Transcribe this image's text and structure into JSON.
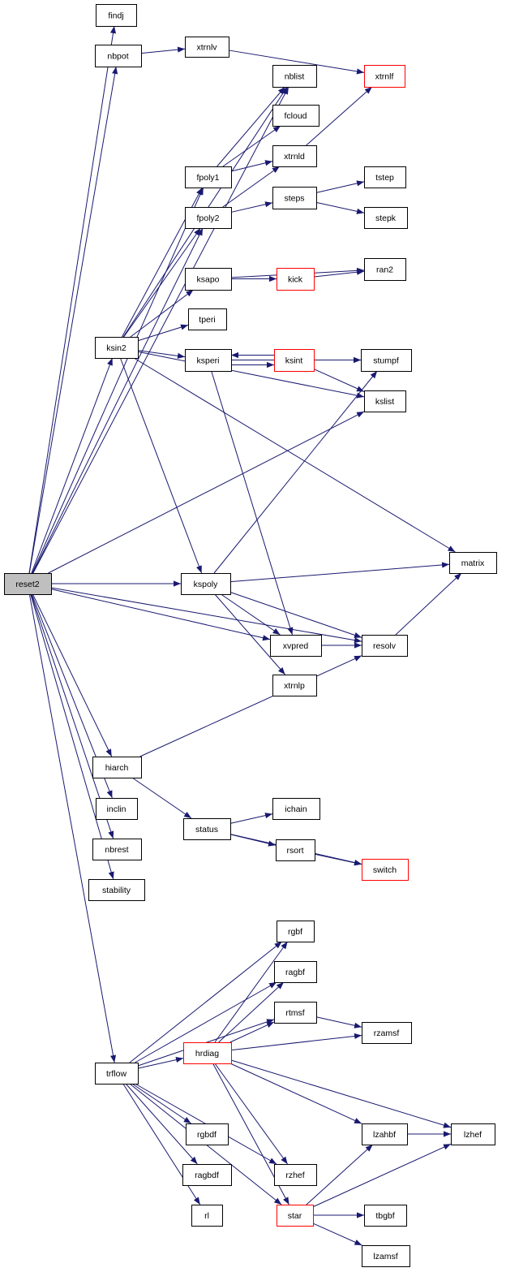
{
  "graph": {
    "root": "reset2",
    "nodes": [
      {
        "id": "findj",
        "label": "findj"
      },
      {
        "id": "nbpot",
        "label": "nbpot"
      },
      {
        "id": "xtrnlv",
        "label": "xtrnlv"
      },
      {
        "id": "nblist",
        "label": "nblist"
      },
      {
        "id": "xtrnlf",
        "label": "xtrnlf",
        "external": true
      },
      {
        "id": "fcloud",
        "label": "fcloud"
      },
      {
        "id": "xtrnld",
        "label": "xtrnld"
      },
      {
        "id": "fpoly1",
        "label": "fpoly1"
      },
      {
        "id": "tstep",
        "label": "tstep"
      },
      {
        "id": "steps",
        "label": "steps"
      },
      {
        "id": "stepk",
        "label": "stepk"
      },
      {
        "id": "fpoly2",
        "label": "fpoly2"
      },
      {
        "id": "ran2",
        "label": "ran2"
      },
      {
        "id": "ksapo",
        "label": "ksapo"
      },
      {
        "id": "kick",
        "label": "kick",
        "external": true
      },
      {
        "id": "tperi",
        "label": "tperi"
      },
      {
        "id": "ksin2",
        "label": "ksin2"
      },
      {
        "id": "ksperi",
        "label": "ksperi"
      },
      {
        "id": "ksint",
        "label": "ksint",
        "external": true
      },
      {
        "id": "stumpf",
        "label": "stumpf"
      },
      {
        "id": "kslist",
        "label": "kslist"
      },
      {
        "id": "matrix",
        "label": "matrix"
      },
      {
        "id": "reset2",
        "label": "reset2",
        "root": true
      },
      {
        "id": "kspoly",
        "label": "kspoly"
      },
      {
        "id": "xvpred",
        "label": "xvpred"
      },
      {
        "id": "resolv",
        "label": "resolv"
      },
      {
        "id": "xtrnlp",
        "label": "xtrnlp"
      },
      {
        "id": "hiarch",
        "label": "hiarch"
      },
      {
        "id": "inclin",
        "label": "inclin"
      },
      {
        "id": "ichain",
        "label": "ichain"
      },
      {
        "id": "status",
        "label": "status"
      },
      {
        "id": "rsort",
        "label": "rsort"
      },
      {
        "id": "switch",
        "label": "switch",
        "external": true
      },
      {
        "id": "nbrest",
        "label": "nbrest"
      },
      {
        "id": "stability",
        "label": "stability"
      },
      {
        "id": "rgbf",
        "label": "rgbf"
      },
      {
        "id": "ragbf",
        "label": "ragbf"
      },
      {
        "id": "rtmsf",
        "label": "rtmsf"
      },
      {
        "id": "rzamsf",
        "label": "rzamsf"
      },
      {
        "id": "hrdiag",
        "label": "hrdiag",
        "external": true
      },
      {
        "id": "trflow",
        "label": "trflow"
      },
      {
        "id": "lzahbf",
        "label": "lzahbf"
      },
      {
        "id": "lzhef",
        "label": "lzhef"
      },
      {
        "id": "rgbdf",
        "label": "rgbdf"
      },
      {
        "id": "ragbdf",
        "label": "ragbdf"
      },
      {
        "id": "rzhef",
        "label": "rzhef"
      },
      {
        "id": "rl",
        "label": "rl"
      },
      {
        "id": "star",
        "label": "star",
        "external": true
      },
      {
        "id": "tbgbf",
        "label": "tbgbf"
      },
      {
        "id": "lzamsf",
        "label": "lzamsf"
      }
    ],
    "edges": [
      [
        "reset2",
        "findj"
      ],
      [
        "reset2",
        "nbpot"
      ],
      [
        "reset2",
        "nblist"
      ],
      [
        "reset2",
        "fpoly1"
      ],
      [
        "reset2",
        "fpoly2"
      ],
      [
        "reset2",
        "ksin2"
      ],
      [
        "reset2",
        "kslist"
      ],
      [
        "reset2",
        "kspoly"
      ],
      [
        "reset2",
        "xvpred"
      ],
      [
        "reset2",
        "resolv"
      ],
      [
        "reset2",
        "hiarch"
      ],
      [
        "reset2",
        "inclin"
      ],
      [
        "reset2",
        "nbrest"
      ],
      [
        "reset2",
        "stability"
      ],
      [
        "reset2",
        "trflow"
      ],
      [
        "nbpot",
        "xtrnlv"
      ],
      [
        "xtrnlv",
        "xtrnlf"
      ],
      [
        "fpoly1",
        "nblist"
      ],
      [
        "fpoly1",
        "fcloud"
      ],
      [
        "fpoly1",
        "xtrnld"
      ],
      [
        "fpoly2",
        "xtrnld"
      ],
      [
        "fpoly2",
        "steps"
      ],
      [
        "xtrnld",
        "xtrnlf"
      ],
      [
        "steps",
        "tstep"
      ],
      [
        "steps",
        "stepk"
      ],
      [
        "ksin2",
        "nblist"
      ],
      [
        "ksin2",
        "fpoly1"
      ],
      [
        "ksin2",
        "fpoly2"
      ],
      [
        "ksin2",
        "ksapo"
      ],
      [
        "ksin2",
        "tperi"
      ],
      [
        "ksin2",
        "ksperi"
      ],
      [
        "ksin2",
        "kslist"
      ],
      [
        "ksin2",
        "matrix"
      ],
      [
        "ksin2",
        "kspoly"
      ],
      [
        "ksapo",
        "ran2"
      ],
      [
        "ksapo",
        "kick"
      ],
      [
        "kick",
        "ran2"
      ],
      [
        "ksperi",
        "ksint"
      ],
      [
        "ksperi",
        "stumpf"
      ],
      [
        "ksperi",
        "xvpred"
      ],
      [
        "ksint",
        "ksperi"
      ],
      [
        "ksint",
        "stumpf"
      ],
      [
        "ksint",
        "kslist"
      ],
      [
        "kspoly",
        "stumpf"
      ],
      [
        "kspoly",
        "matrix"
      ],
      [
        "kspoly",
        "xvpred"
      ],
      [
        "kspoly",
        "resolv"
      ],
      [
        "kspoly",
        "xtrnlp"
      ],
      [
        "xvpred",
        "resolv"
      ],
      [
        "resolv",
        "matrix"
      ],
      [
        "hiarch",
        "resolv"
      ],
      [
        "hiarch",
        "status"
      ],
      [
        "status",
        "ichain"
      ],
      [
        "status",
        "rsort"
      ],
      [
        "status",
        "switch"
      ],
      [
        "rsort",
        "switch"
      ],
      [
        "trflow",
        "rgbf"
      ],
      [
        "trflow",
        "ragbf"
      ],
      [
        "trflow",
        "rtmsf"
      ],
      [
        "trflow",
        "hrdiag"
      ],
      [
        "trflow",
        "rgbdf"
      ],
      [
        "trflow",
        "ragbdf"
      ],
      [
        "trflow",
        "rl"
      ],
      [
        "trflow",
        "rzhef"
      ],
      [
        "trflow",
        "star"
      ],
      [
        "hrdiag",
        "rgbf"
      ],
      [
        "hrdiag",
        "ragbf"
      ],
      [
        "hrdiag",
        "rtmsf"
      ],
      [
        "hrdiag",
        "rzamsf"
      ],
      [
        "hrdiag",
        "lzhef"
      ],
      [
        "hrdiag",
        "lzahbf"
      ],
      [
        "hrdiag",
        "rzhef"
      ],
      [
        "hrdiag",
        "star"
      ],
      [
        "rtmsf",
        "rzamsf"
      ],
      [
        "lzahbf",
        "lzhef"
      ],
      [
        "star",
        "lzahbf"
      ],
      [
        "star",
        "lzhef"
      ],
      [
        "star",
        "tbgbf"
      ],
      [
        "star",
        "lzamsf"
      ]
    ],
    "colors": {
      "edge": "#191970",
      "external_border": "#ff0000",
      "root_fill": "#bfbfbf"
    }
  }
}
